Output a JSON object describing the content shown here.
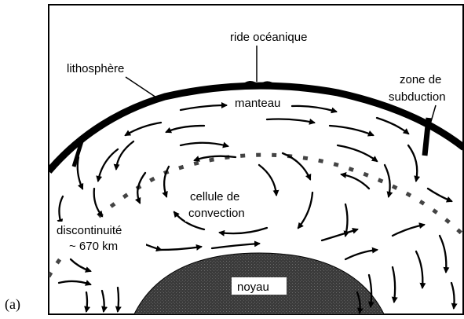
{
  "figure": {
    "panel_label": "(a)",
    "labels": {
      "ridge": "ride océanique",
      "lithosphere": "lithosphère",
      "subduction_1": "zone de",
      "subduction_2": "subduction",
      "mantle": "manteau",
      "cell_1": "cellule de",
      "cell_2": "convection",
      "discont_1": "discontinuité",
      "discont_2": "~ 670 km",
      "core": "noyau"
    },
    "colors": {
      "ink": "#000000",
      "paper": "#ffffff",
      "core": "#4a4a4a",
      "label_bg": "#ffffff"
    }
  }
}
